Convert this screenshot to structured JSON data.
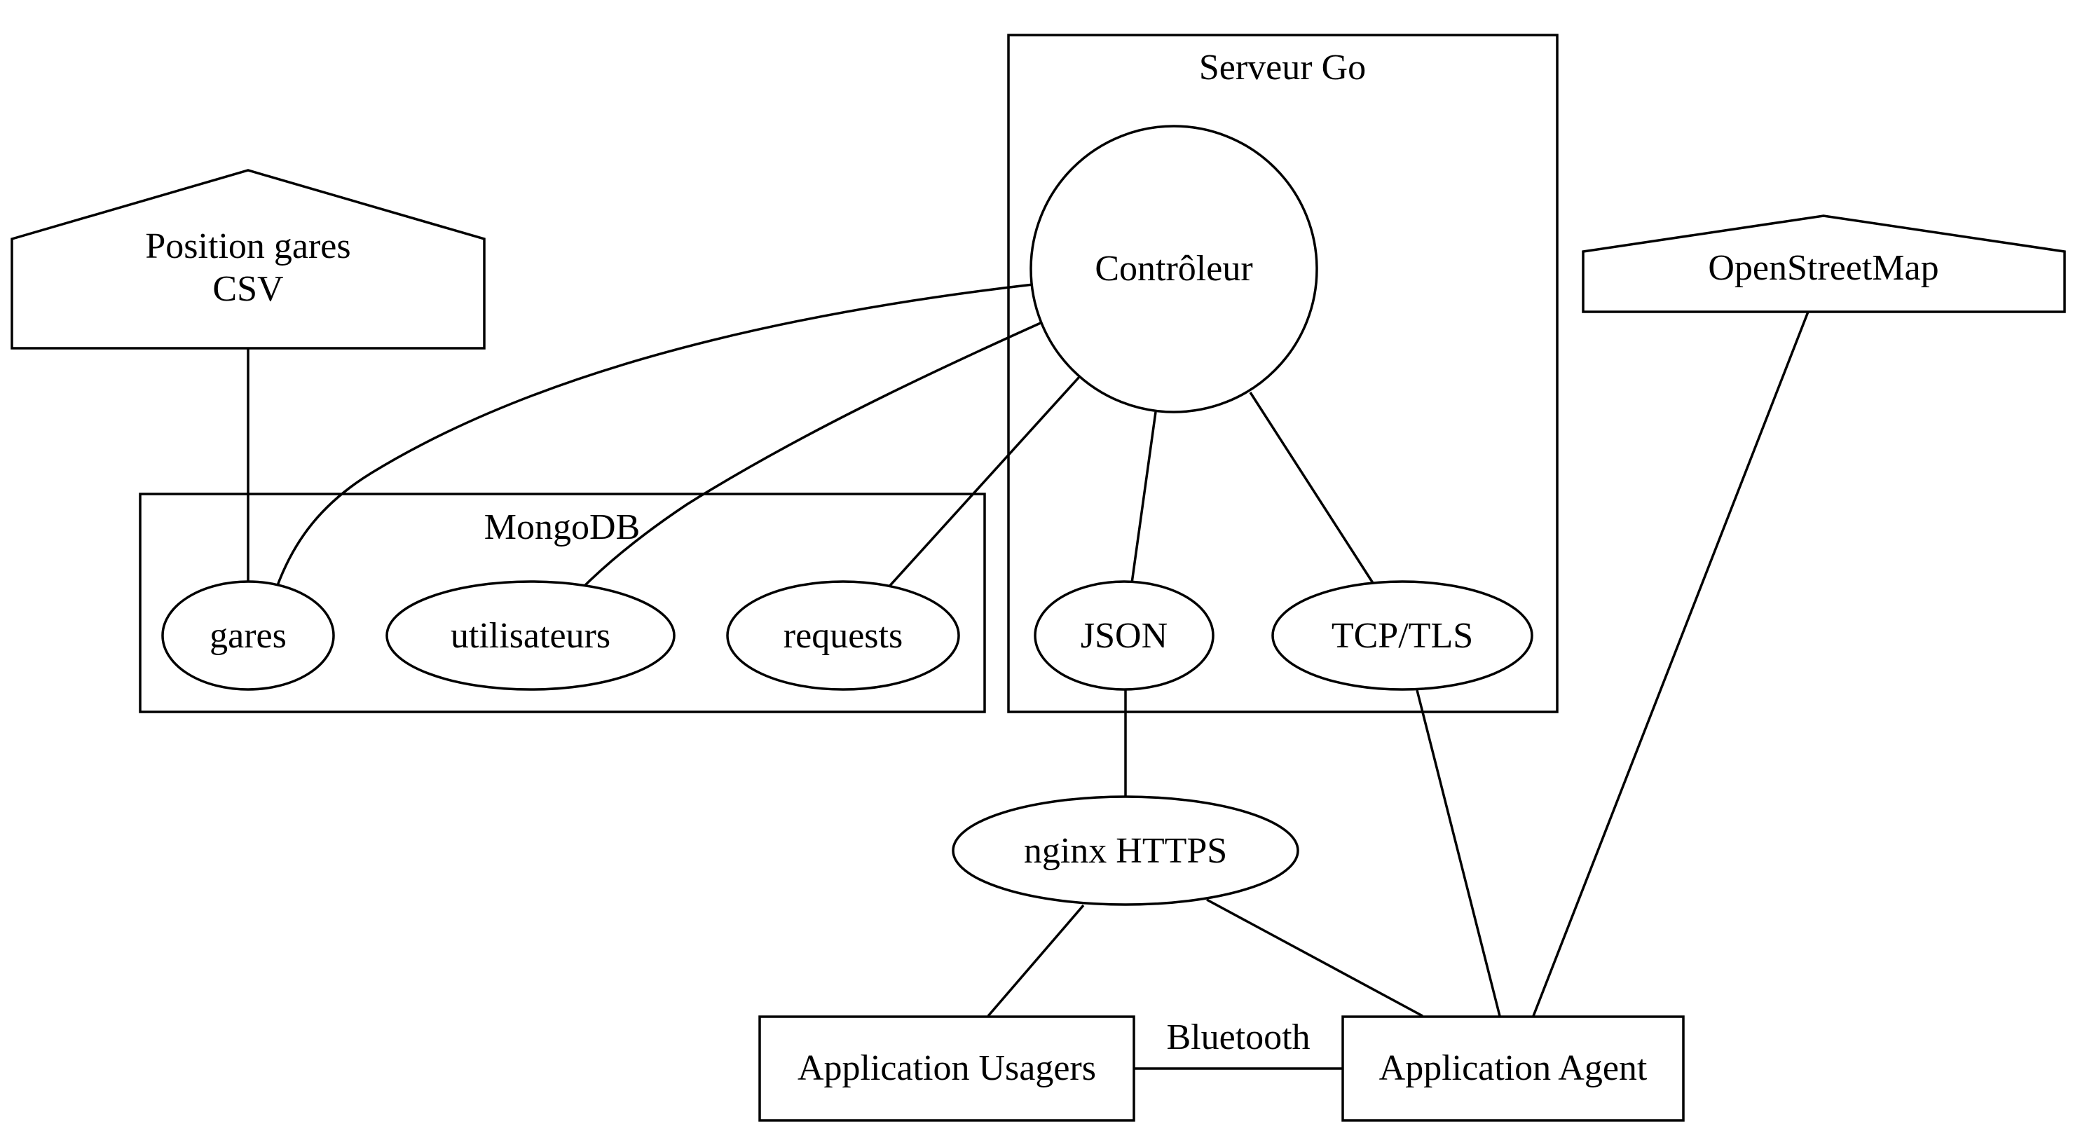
{
  "diagram": {
    "clusters": {
      "serveur_go": "Serveur Go",
      "mongodb": "MongoDB"
    },
    "nodes": {
      "position_gares": [
        "Position gares",
        "CSV"
      ],
      "openstreetmap": "OpenStreetMap",
      "controleur": "Contrôleur",
      "gares": "gares",
      "utilisateurs": "utilisateurs",
      "requests": "requests",
      "json": "JSON",
      "tcp_tls": "TCP/TLS",
      "nginx": "nginx HTTPS",
      "app_usagers": "Application Usagers",
      "app_agent": "Application Agent"
    },
    "edge_labels": {
      "bluetooth": "Bluetooth"
    }
  }
}
